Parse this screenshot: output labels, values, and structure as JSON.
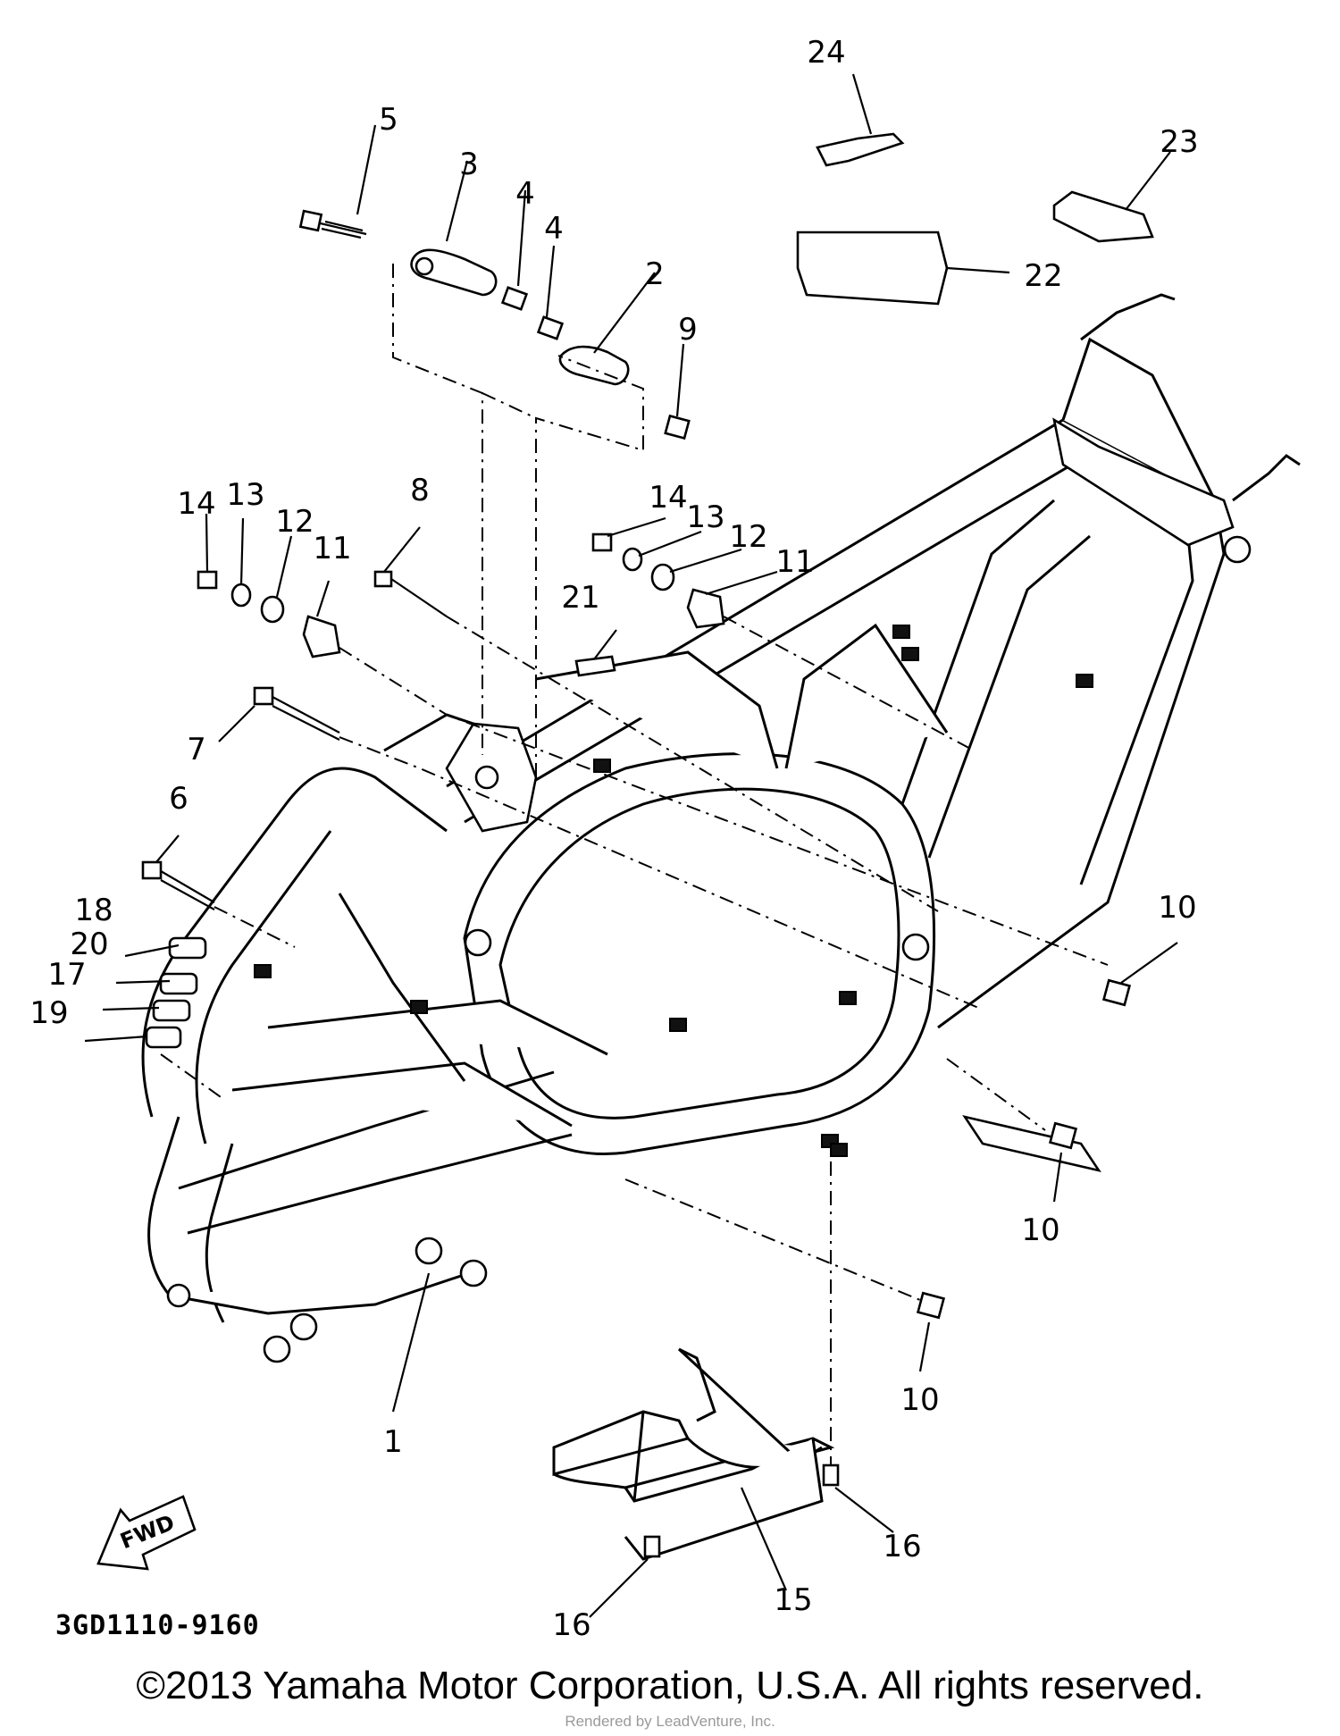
{
  "diagram": {
    "labels": [
      "1",
      "2",
      "3",
      "4",
      "4",
      "5",
      "6",
      "7",
      "8",
      "9",
      "10",
      "10",
      "10",
      "11",
      "11",
      "12",
      "12",
      "13",
      "13",
      "14",
      "14",
      "15",
      "16",
      "16",
      "17",
      "18",
      "19",
      "20",
      "21",
      "22",
      "23",
      "24"
    ],
    "fwd_label": "FWD",
    "drawing_code": "3GD1110-9160"
  },
  "footer": {
    "copyright": "©2013 Yamaha Motor Corporation, U.S.A. All rights reserved.",
    "watermark": "Rendered by LeadVenture, Inc."
  }
}
